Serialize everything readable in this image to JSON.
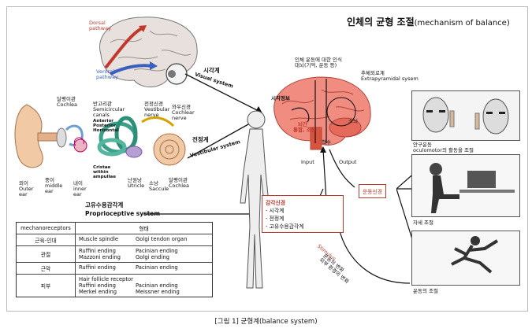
{
  "title": {
    "ko": "인체의 균형 조절",
    "en": "(mechanism of balance)"
  },
  "brain_left": {
    "dorsal": [
      "Dorsal",
      "pathway"
    ],
    "ventral": [
      "Ventral",
      "pathway"
    ]
  },
  "visual": {
    "ko": "시각계",
    "en": "Visual system"
  },
  "vestibular": {
    "ko": "전정계",
    "en": "Vestibular system"
  },
  "proprio": {
    "ko": "고유수용감각계",
    "en": "Proprioceptive system"
  },
  "ear": {
    "cochlea_top": [
      "달팽이관",
      "Cochlea"
    ],
    "semicircular": [
      "반고리관",
      "Semicircular",
      "canals"
    ],
    "vestib_nerve": [
      "전정신경",
      "Vestibular",
      "nerve"
    ],
    "cochlear_nerve": [
      "와우신경",
      "Cochlear",
      "nerve"
    ],
    "canal_names": [
      "Anterior",
      "Posterior",
      "Horizontal"
    ],
    "cristae": [
      "Cristae",
      "within",
      "ampullae"
    ],
    "utricle": [
      "난원낭",
      "Utricle"
    ],
    "saccule": [
      "소낭",
      "Saccule"
    ],
    "cochlea_bottom": [
      "달팽이관",
      "Cochlea"
    ],
    "outer": [
      "외이",
      "Outer",
      "ear"
    ],
    "middle": [
      "중이",
      "middle",
      "ear"
    ],
    "inner": [
      "내이",
      "inner",
      "ear"
    ]
  },
  "table": {
    "header": [
      "mechanoreceptors",
      "형태"
    ],
    "rows": [
      {
        "part": "근육-인대",
        "items": [
          [
            "Muscle spindle",
            "Golgi tendon organ"
          ]
        ]
      },
      {
        "part": "관절",
        "items": [
          [
            "Ruffini ending",
            "Pacinian ending"
          ],
          [
            "Mazzoni ending",
            "Golgi ending"
          ]
        ]
      },
      {
        "part": "근막",
        "items": [
          [
            "Ruffini ending",
            "Pacinian ending"
          ]
        ]
      },
      {
        "part": "피부",
        "items": [
          [
            "Hair follicle receptor",
            ""
          ],
          [
            "Ruffini ending",
            "Pacinian ending"
          ],
          [
            "Merkel ending",
            "Meissner ending"
          ]
        ]
      }
    ]
  },
  "brain_right": {
    "recog": [
      "인체 운동에 대한 인식",
      "대뇌(기억, 운동 등)"
    ],
    "extra": [
      "추체외로계",
      "Extrapyramidal sysem"
    ],
    "visual_info": "시각정보",
    "integrate": [
      "뇌간",
      "통합, 조정"
    ],
    "cerebellum": "소뇌",
    "spinal": "척수"
  },
  "flow": {
    "input": "Input",
    "output": "Output",
    "motor_nerve": "운동신경",
    "stimulus": "Stimulus",
    "stimulus_ko": [
      "운동의 변화",
      "외부 환경의 변화"
    ]
  },
  "sensory_box": {
    "title": "감각신경",
    "items": [
      "- 시각계",
      "- 전정계",
      "- 고유수용감각계"
    ]
  },
  "right_panels": {
    "eye": [
      "안구운동",
      "oculomotor의 활동을 조절"
    ],
    "posture": "자세 조절",
    "movement": "운동의 조절"
  },
  "caption": "[그림 1]  균형계(balance system)"
}
